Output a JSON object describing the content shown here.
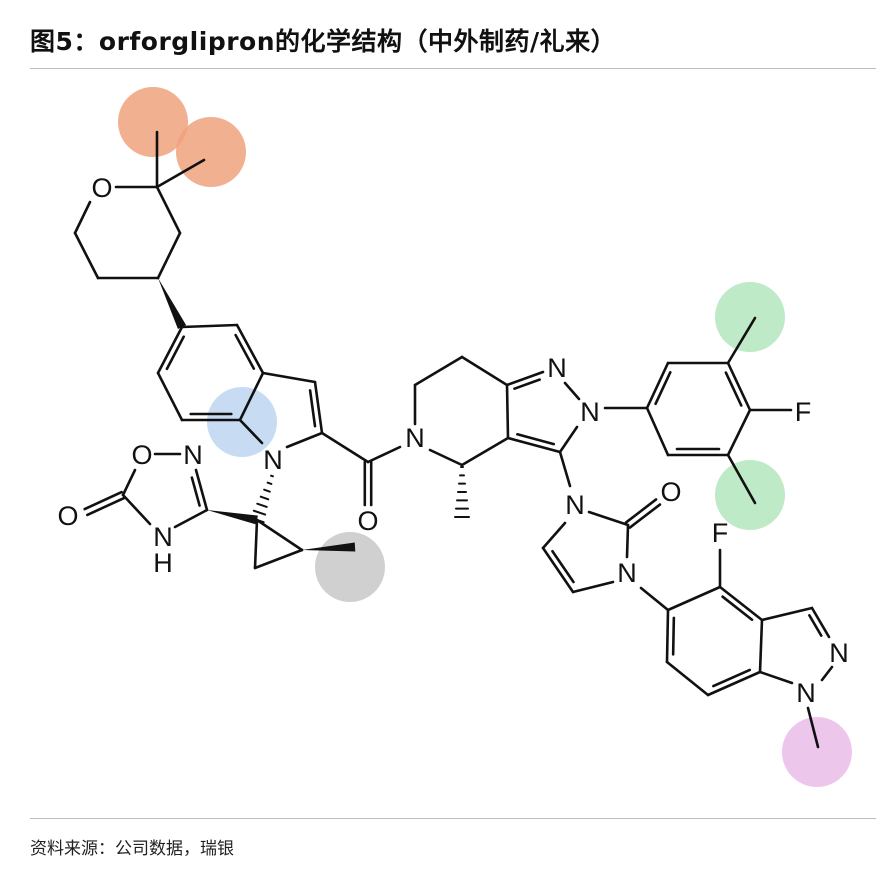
{
  "title": "图5：orforglipron的化学结构（中外制药/礼来）",
  "source": "资料来源：公司数据，瑞银",
  "highlight_colors": {
    "orange": "#EFA27D",
    "blue": "#B9D3EF",
    "grey": "#C8C8C8",
    "green": "#A8E3B4",
    "pink": "#E7B9E6"
  },
  "atoms": {
    "o_pyran": "O",
    "n_indole": "N",
    "o_carbonyl": "O",
    "n_amide": "N",
    "o_oxadiazole": "O",
    "n_oxadiazole": "N",
    "o_oxadiazolone_exo": "O",
    "n_oxadiazolone_nh": "N",
    "h_oxadiazolone": "H",
    "n_pyrazole_1": "N",
    "n_pyrazole_2": "N",
    "f_phenyl": "F",
    "n_imidazolone_1": "N",
    "o_imidazolone": "O",
    "n_imidazolone_3": "N",
    "f_indazole": "F",
    "n_indazole_2": "N",
    "n_indazole_1": "N"
  }
}
